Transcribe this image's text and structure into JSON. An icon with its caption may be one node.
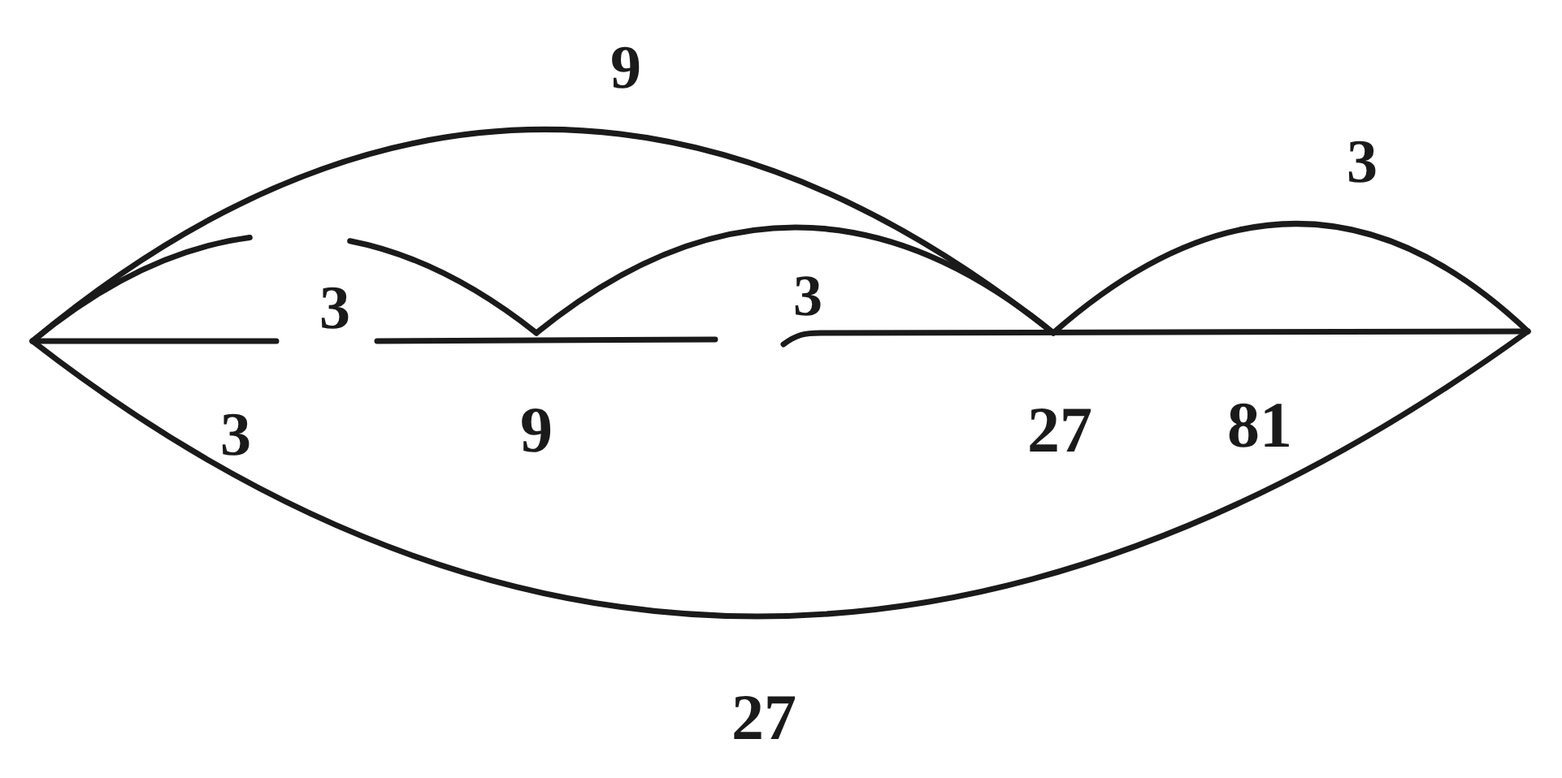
{
  "diagram": {
    "labels": [
      "9",
      "3",
      "3",
      "3",
      "3",
      "9",
      "27",
      "81",
      "27"
    ]
  }
}
